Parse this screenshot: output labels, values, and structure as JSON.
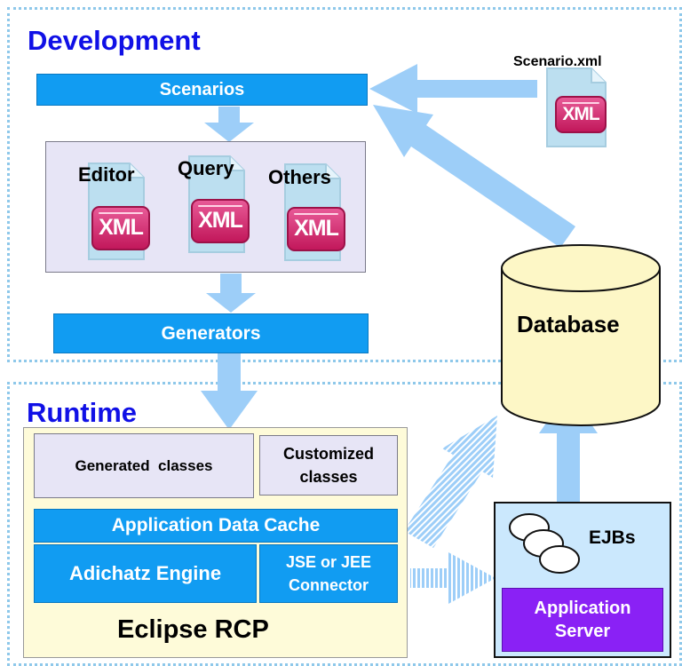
{
  "development": {
    "title": "Development",
    "scenarios": "Scenarios",
    "scenario_file": "Scenario.xml",
    "editor": "Editor",
    "query": "Query",
    "others": "Others",
    "generators": "Generators",
    "xml_badge": "XML"
  },
  "database": "Database",
  "runtime": {
    "title": "Runtime",
    "generated_classes": "Generated  classes",
    "customized_classes": "Customized classes",
    "application_data_cache": "Application Data Cache",
    "adichatz_engine": "Adichatz Engine",
    "connector": "JSE or JEE Connector",
    "eclipse_rcp": "Eclipse RCP"
  },
  "server": {
    "ejbs": "EJBs",
    "application_server": "Application Server"
  },
  "colors": {
    "blue_bar": "#119cf2",
    "arrow": "#9dcef8",
    "title": "#1010e6",
    "purple": "#8a21f5",
    "cylinder": "#fdf7c6"
  }
}
